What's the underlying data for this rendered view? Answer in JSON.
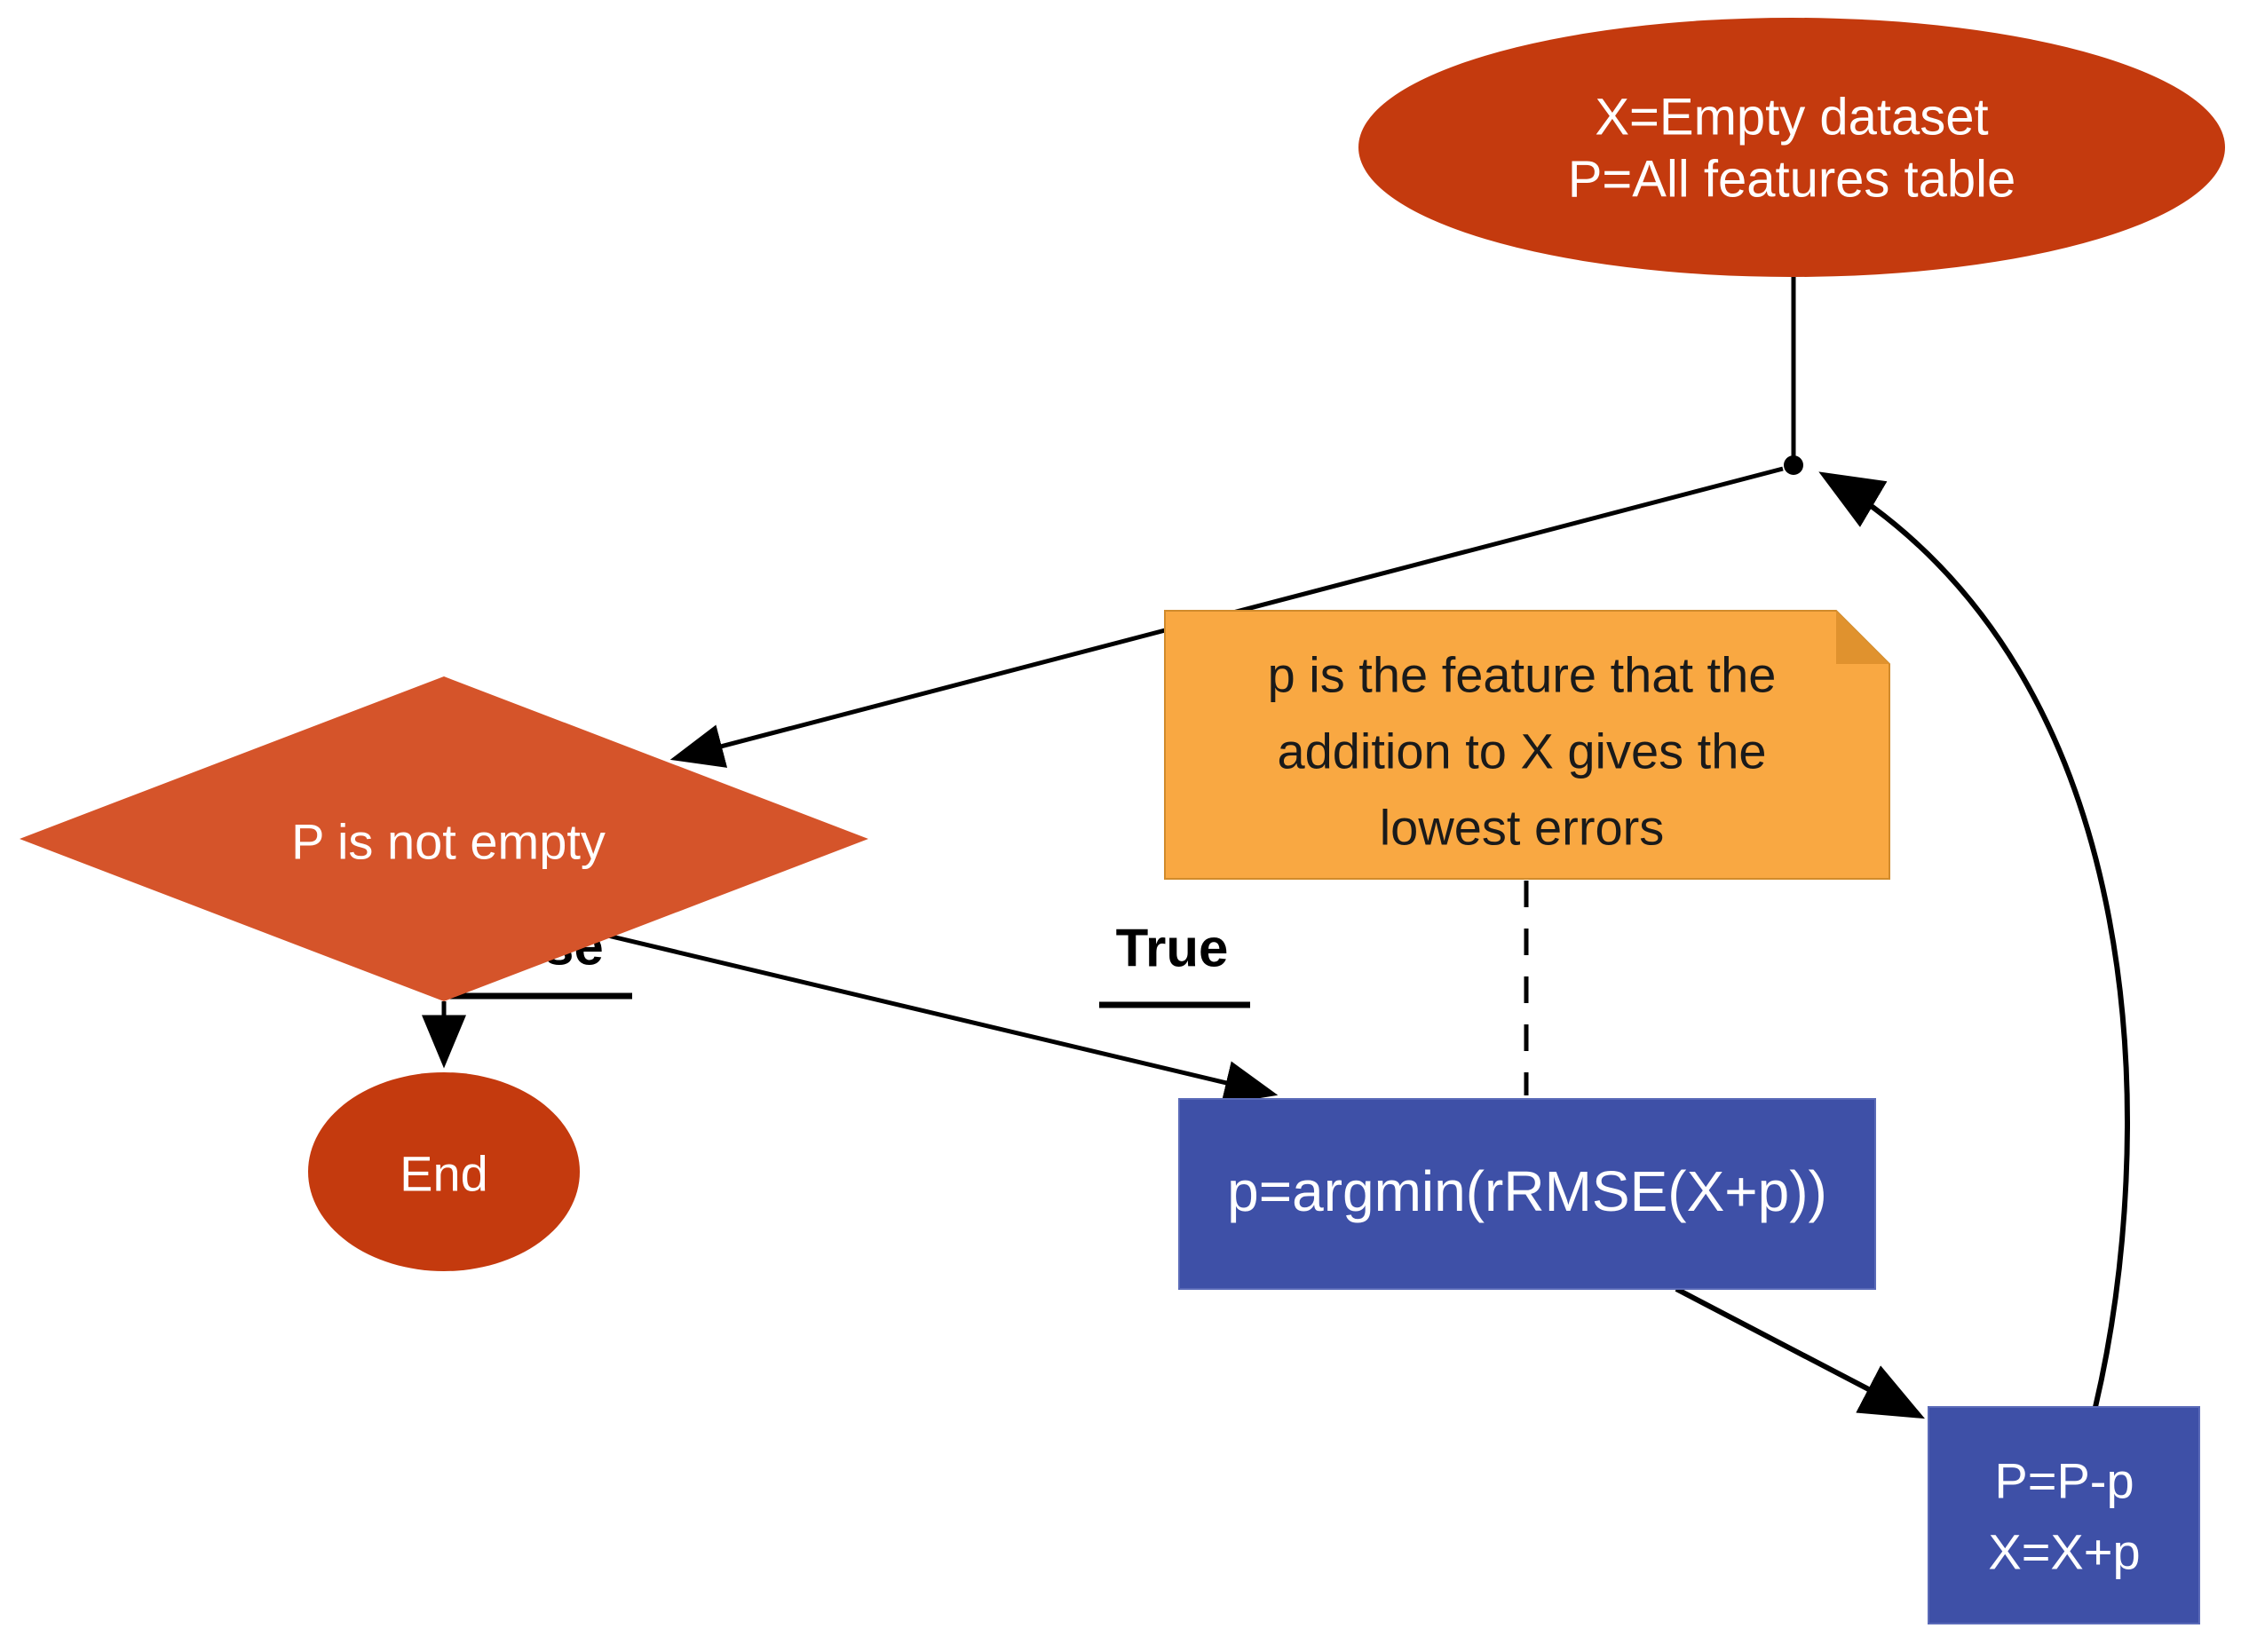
{
  "colors": {
    "red": "#c43a0e",
    "orange": "#d5542a",
    "note_orange": "#f9a842",
    "note_fold": "#e0922e",
    "blue": "#3e50a7",
    "text_light": "#ffffff",
    "text_dark": "#1a1a1a"
  },
  "nodes": {
    "start": {
      "line1": "X=Empty dataset",
      "line2": "P=All features table"
    },
    "decision": {
      "label": "P is not empty"
    },
    "note": {
      "line1": "p is the feature that the",
      "line2": "addition to X gives the",
      "line3": "lowest errors"
    },
    "argmin": {
      "label": "p=argmin(rRMSE(X+p))"
    },
    "update": {
      "line1": "P=P-p",
      "line2": "X=X+p"
    },
    "end": {
      "label": "End"
    }
  },
  "edges": {
    "false_label": "False",
    "true_label": "True"
  }
}
